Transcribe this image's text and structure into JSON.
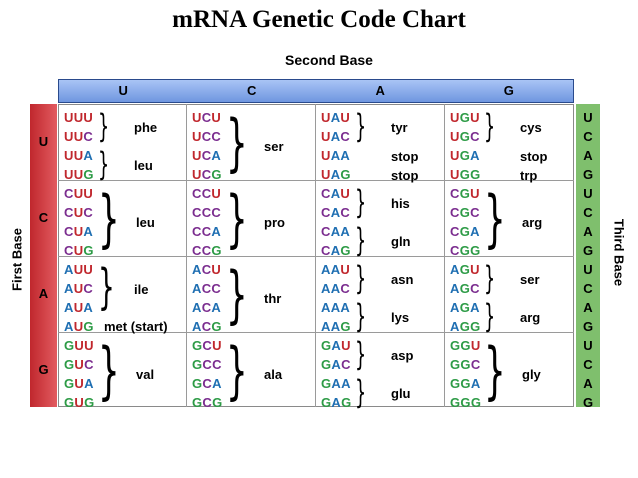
{
  "title": "mRNA Genetic Code Chart",
  "second_base_label": "Second Base",
  "first_base_label": "First Base",
  "third_base_label": "Third Base",
  "second_bases": [
    "U",
    "C",
    "A",
    "G"
  ],
  "first_bases": [
    "U",
    "C",
    "A",
    "G"
  ],
  "third_bases": [
    "U",
    "C",
    "A",
    "G"
  ],
  "colors": {
    "U": "#c0272d",
    "C": "#7b2d8f",
    "A": "#1f6fb2",
    "G": "#2d9b46",
    "first_bar": "#d23a3f",
    "third_bar": "#7fbf6d",
    "header": "#8aaaf0"
  },
  "cells": [
    {
      "codons": [
        "UUU",
        "UUC",
        "UUA",
        "UUG"
      ],
      "groups": [
        {
          "rows": [
            0,
            1
          ],
          "aa": "phe"
        },
        {
          "rows": [
            2,
            3
          ],
          "aa": "leu"
        }
      ]
    },
    {
      "codons": [
        "UCU",
        "UCC",
        "UCA",
        "UCG"
      ],
      "groups": [
        {
          "rows": [
            0,
            1,
            2,
            3
          ],
          "aa": "ser"
        }
      ]
    },
    {
      "codons": [
        "UAU",
        "UAC",
        "UAA",
        "UAG"
      ],
      "groups": [
        {
          "rows": [
            0,
            1
          ],
          "aa": "tyr"
        },
        {
          "rows": [
            2
          ],
          "aa": "stop"
        },
        {
          "rows": [
            3
          ],
          "aa": "stop"
        }
      ]
    },
    {
      "codons": [
        "UGU",
        "UGC",
        "UGA",
        "UGG"
      ],
      "groups": [
        {
          "rows": [
            0,
            1
          ],
          "aa": "cys"
        },
        {
          "rows": [
            2
          ],
          "aa": "stop"
        },
        {
          "rows": [
            3
          ],
          "aa": "trp"
        }
      ]
    },
    {
      "codons": [
        "CUU",
        "CUC",
        "CUA",
        "CUG"
      ],
      "groups": [
        {
          "rows": [
            0,
            1,
            2,
            3
          ],
          "aa": "leu"
        }
      ]
    },
    {
      "codons": [
        "CCU",
        "CCC",
        "CCA",
        "CCG"
      ],
      "groups": [
        {
          "rows": [
            0,
            1,
            2,
            3
          ],
          "aa": "pro"
        }
      ]
    },
    {
      "codons": [
        "CAU",
        "CAC",
        "CAA",
        "CAG"
      ],
      "groups": [
        {
          "rows": [
            0,
            1
          ],
          "aa": "his"
        },
        {
          "rows": [
            2,
            3
          ],
          "aa": "gln"
        }
      ]
    },
    {
      "codons": [
        "CGU",
        "CGC",
        "CGA",
        "CGG"
      ],
      "groups": [
        {
          "rows": [
            0,
            1,
            2,
            3
          ],
          "aa": "arg"
        }
      ]
    },
    {
      "codons": [
        "AUU",
        "AUC",
        "AUA",
        "AUG"
      ],
      "groups": [
        {
          "rows": [
            0,
            1,
            2
          ],
          "aa": "ile"
        },
        {
          "rows": [
            3
          ],
          "aa": "met (start)"
        }
      ]
    },
    {
      "codons": [
        "ACU",
        "ACC",
        "ACA",
        "ACG"
      ],
      "groups": [
        {
          "rows": [
            0,
            1,
            2,
            3
          ],
          "aa": "thr"
        }
      ]
    },
    {
      "codons": [
        "AAU",
        "AAC",
        "AAA",
        "AAG"
      ],
      "groups": [
        {
          "rows": [
            0,
            1
          ],
          "aa": "asn"
        },
        {
          "rows": [
            2,
            3
          ],
          "aa": "lys"
        }
      ]
    },
    {
      "codons": [
        "AGU",
        "AGC",
        "AGA",
        "AGG"
      ],
      "groups": [
        {
          "rows": [
            0,
            1
          ],
          "aa": "ser"
        },
        {
          "rows": [
            2,
            3
          ],
          "aa": "arg"
        }
      ]
    },
    {
      "codons": [
        "GUU",
        "GUC",
        "GUA",
        "GUG"
      ],
      "groups": [
        {
          "rows": [
            0,
            1,
            2,
            3
          ],
          "aa": "val"
        }
      ]
    },
    {
      "codons": [
        "GCU",
        "GCC",
        "GCA",
        "GCG"
      ],
      "groups": [
        {
          "rows": [
            0,
            1,
            2,
            3
          ],
          "aa": "ala"
        }
      ]
    },
    {
      "codons": [
        "GAU",
        "GAC",
        "GAA",
        "GAG"
      ],
      "groups": [
        {
          "rows": [
            0,
            1
          ],
          "aa": "asp"
        },
        {
          "rows": [
            2,
            3
          ],
          "aa": "glu"
        }
      ]
    },
    {
      "codons": [
        "GGU",
        "GGC",
        "GGA",
        "GGG"
      ],
      "groups": [
        {
          "rows": [
            0,
            1,
            2,
            3
          ],
          "aa": "gly"
        }
      ]
    }
  ]
}
